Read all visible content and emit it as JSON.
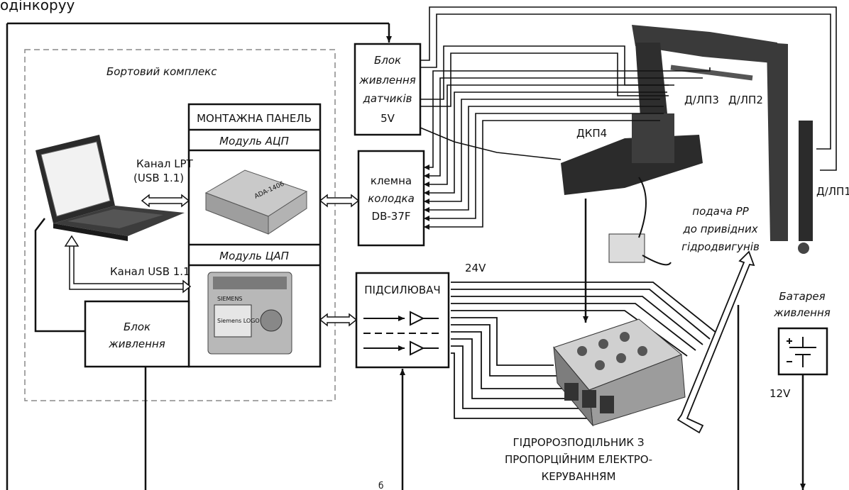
{
  "header_fragment": "одінкоруу",
  "board_label": "Бортовий комплекс",
  "mount_panel": "МОНТАЖНА ПАНЕЛЬ",
  "adc_module": "Модуль АЦП",
  "dac_module": "Модуль ЦАП",
  "adc_device_text": "ADA-1406",
  "plc_device_text": "SIEMENS",
  "plc_display_text": "Siemens LOGO",
  "power_block": [
    "Блок",
    "живлення"
  ],
  "sensor_power_block": [
    "Блок",
    "живлення",
    "датчиків",
    "5V"
  ],
  "terminal_block": [
    "клемна",
    "колодка",
    "DB-37F"
  ],
  "amplifier": "ПІДСИЛЮВАЧ",
  "channel_lpt": [
    "Канал LPT",
    "(USB 1.1)"
  ],
  "channel_usb": "Канал USB 1.1",
  "voltage_24": "24V",
  "voltage_12": "12V",
  "battery": [
    "Батарея",
    "живлення"
  ],
  "sensors": {
    "dkp4": "ДКП4",
    "dlp3": "Д/ЛП3",
    "dlp2": "Д/ЛП2",
    "dlp1": "Д/ЛП1"
  },
  "fluid_supply": [
    "подача РР",
    "до привідних",
    "гідродвигунів"
  ],
  "distributor": [
    "ГІДРОРОЗПОДІЛЬНИК З",
    "ПРОПОРЦІЙНИМ ЕЛЕКТРО-",
    "КЕРУВАННЯМ"
  ],
  "footer_fragment": "б"
}
